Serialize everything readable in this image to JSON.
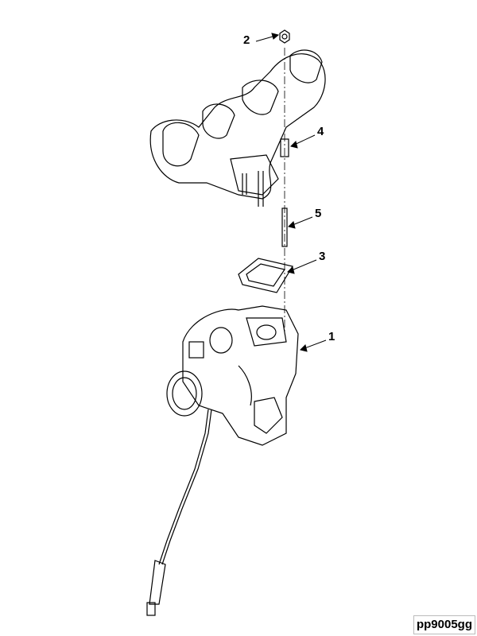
{
  "callouts": [
    {
      "id": "1",
      "label": "1"
    },
    {
      "id": "2",
      "label": "2"
    },
    {
      "id": "3",
      "label": "3"
    },
    {
      "id": "4",
      "label": "4"
    },
    {
      "id": "5",
      "label": "5"
    }
  ],
  "figure_id": "pp9005gg"
}
